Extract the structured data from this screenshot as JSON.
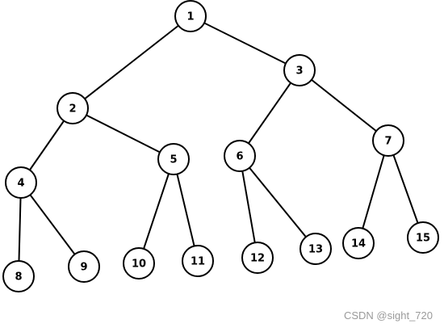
{
  "diagram": {
    "type": "binary-tree",
    "nodes": [
      {
        "id": "1",
        "label": "1"
      },
      {
        "id": "2",
        "label": "2"
      },
      {
        "id": "3",
        "label": "3"
      },
      {
        "id": "4",
        "label": "4"
      },
      {
        "id": "5",
        "label": "5"
      },
      {
        "id": "6",
        "label": "6"
      },
      {
        "id": "7",
        "label": "7"
      },
      {
        "id": "8",
        "label": "8"
      },
      {
        "id": "9",
        "label": "9"
      },
      {
        "id": "10",
        "label": "10"
      },
      {
        "id": "11",
        "label": "11"
      },
      {
        "id": "12",
        "label": "12"
      },
      {
        "id": "13",
        "label": "13"
      },
      {
        "id": "14",
        "label": "14"
      },
      {
        "id": "15",
        "label": "15"
      }
    ],
    "edges": [
      [
        "1",
        "2"
      ],
      [
        "1",
        "3"
      ],
      [
        "2",
        "4"
      ],
      [
        "2",
        "5"
      ],
      [
        "3",
        "6"
      ],
      [
        "3",
        "7"
      ],
      [
        "4",
        "8"
      ],
      [
        "4",
        "9"
      ],
      [
        "5",
        "10"
      ],
      [
        "5",
        "11"
      ],
      [
        "6",
        "12"
      ],
      [
        "6",
        "13"
      ],
      [
        "7",
        "14"
      ],
      [
        "7",
        "15"
      ]
    ],
    "colors": {
      "stroke": "#000000",
      "fill": "#ffffff",
      "watermark": "#9a9a9a"
    }
  },
  "watermark": {
    "text": "CSDN @sight_720"
  }
}
